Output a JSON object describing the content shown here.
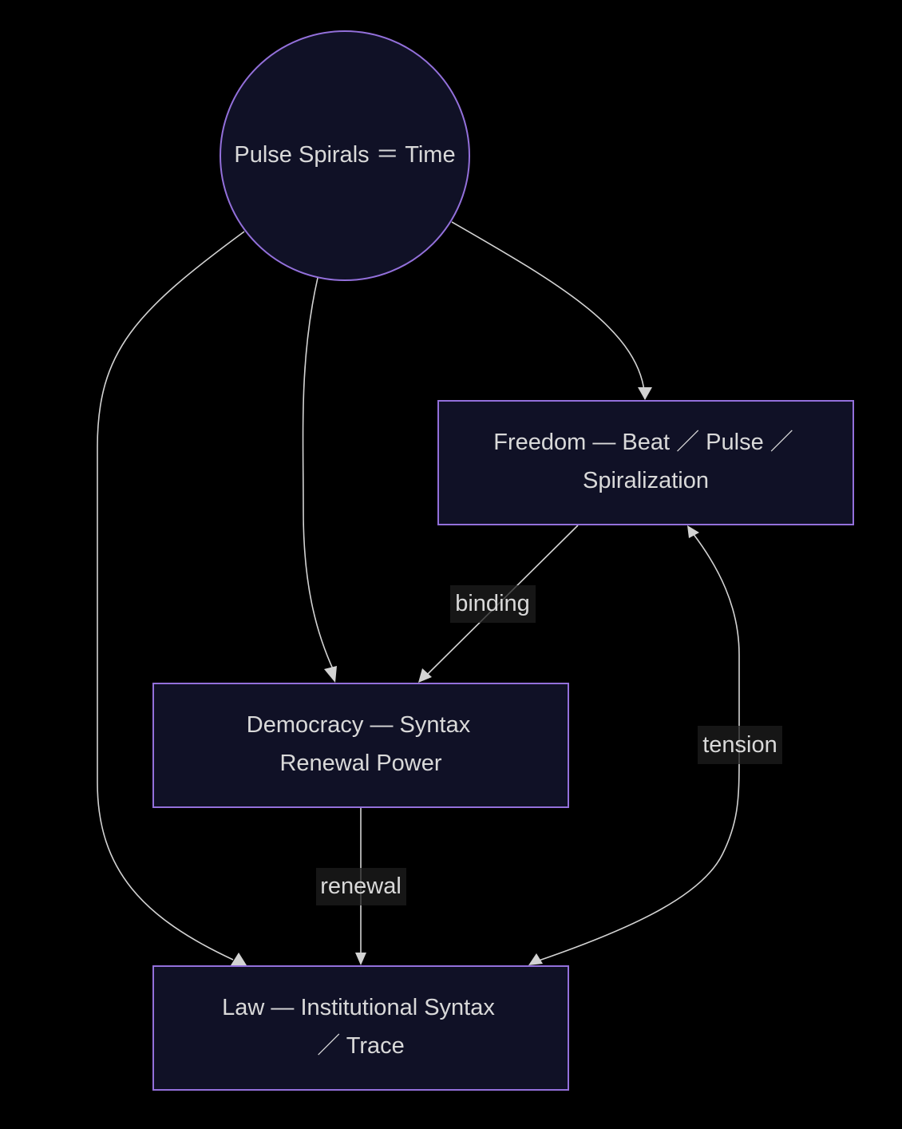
{
  "diagram": {
    "type": "flowchart",
    "background": "#000000",
    "node_fill": "#101126",
    "node_stroke": "#9370DB",
    "edge_color": "#d3d3d3",
    "text_color": "#d9d9d9",
    "nodes": {
      "time": {
        "shape": "circle",
        "lines": [
          "Pulse Spirals ＝ Time"
        ]
      },
      "freedom": {
        "shape": "rect",
        "lines": [
          "Freedom — Beat ／ Pulse ／",
          "Spiralization"
        ]
      },
      "democracy": {
        "shape": "rect",
        "lines": [
          "Democracy — Syntax",
          "Renewal Power"
        ]
      },
      "law": {
        "shape": "rect",
        "lines": [
          "Law — Institutional Syntax",
          "／ Trace"
        ]
      }
    },
    "edges": [
      {
        "from": "time",
        "to": "freedom",
        "label": ""
      },
      {
        "from": "time",
        "to": "democracy",
        "label": ""
      },
      {
        "from": "time",
        "to": "law",
        "label": ""
      },
      {
        "from": "freedom",
        "to": "democracy",
        "label": "binding"
      },
      {
        "from": "democracy",
        "to": "law",
        "label": "renewal"
      },
      {
        "from": "law",
        "to": "freedom",
        "label": "tension"
      }
    ]
  }
}
